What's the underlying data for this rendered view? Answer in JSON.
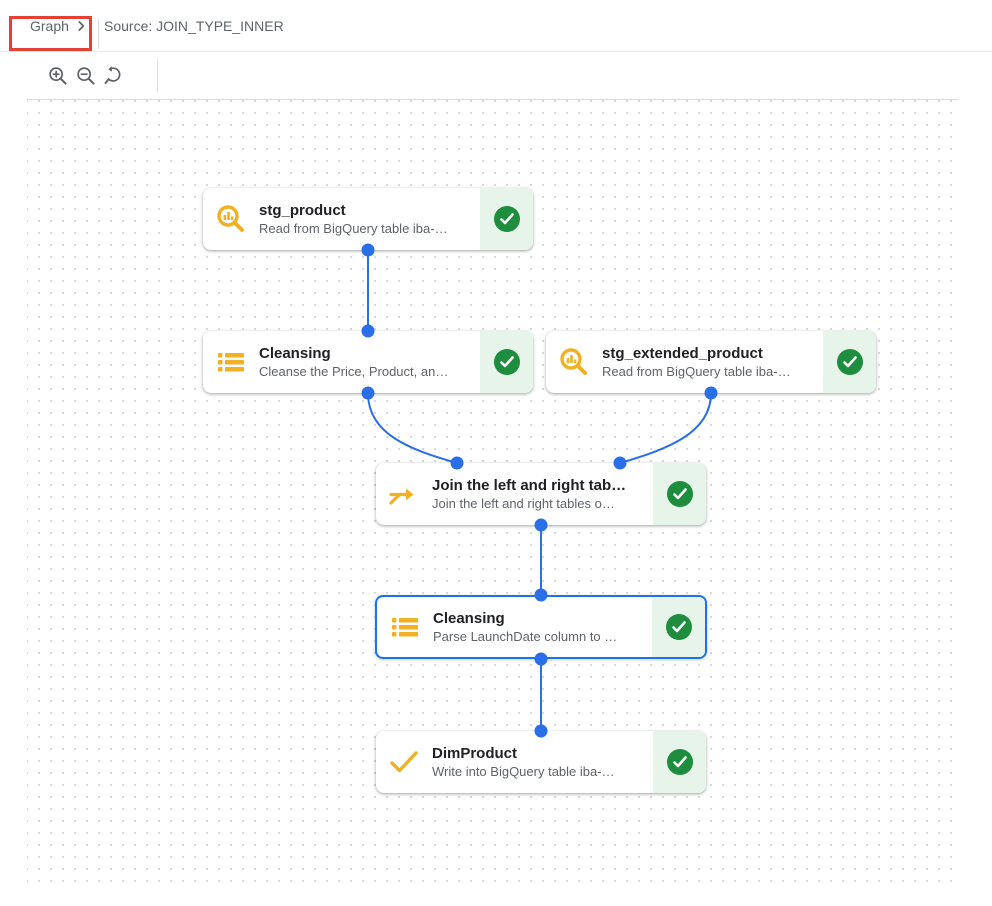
{
  "header": {
    "breadcrumb": {
      "graph_label": "Graph",
      "source_label": "Source: JOIN_TYPE_INNER"
    },
    "annotation": {
      "target": "Graph breadcrumb",
      "color": "#e34133"
    }
  },
  "toolbar": {
    "buttons": [
      {
        "name": "zoom-in"
      },
      {
        "name": "zoom-out"
      },
      {
        "name": "zoom-reset"
      }
    ]
  },
  "canvas": {
    "nodes": [
      {
        "id": "stg_product",
        "type": "source",
        "icon": "search-chart-icon",
        "title": "stg_product",
        "subtitle": "Read from BigQuery table iba-…",
        "status": "success",
        "selected": false
      },
      {
        "id": "cleansing_1",
        "type": "transform",
        "icon": "list-icon",
        "title": "Cleansing",
        "subtitle": "Cleanse the Price, Product, an…",
        "status": "success",
        "selected": false
      },
      {
        "id": "stg_extended_product",
        "type": "source",
        "icon": "search-chart-icon",
        "title": "stg_extended_product",
        "subtitle": "Read from BigQuery table iba-…",
        "status": "success",
        "selected": false
      },
      {
        "id": "join_1",
        "type": "join",
        "icon": "merge-arrow-icon",
        "title": "Join the left and right tab…",
        "subtitle": "Join the left and right tables o…",
        "status": "success",
        "selected": false
      },
      {
        "id": "cleansing_2",
        "type": "transform",
        "icon": "list-icon",
        "title": "Cleansing",
        "subtitle": "Parse LaunchDate column to …",
        "status": "success",
        "selected": true
      },
      {
        "id": "dimproduct",
        "type": "sink",
        "icon": "check-icon",
        "title": "DimProduct",
        "subtitle": "Write into BigQuery table iba-…",
        "status": "success",
        "selected": false
      }
    ],
    "edges": [
      {
        "from": "stg_product",
        "to": "cleansing_1"
      },
      {
        "from": "cleansing_1",
        "to": "join_1"
      },
      {
        "from": "stg_extended_product",
        "to": "join_1"
      },
      {
        "from": "join_1",
        "to": "cleansing_2"
      },
      {
        "from": "cleansing_2",
        "to": "dimproduct"
      }
    ]
  },
  "colors": {
    "edge_blue": "#2a6fe8",
    "selection_blue": "#1a73e8",
    "icon_yellow": "#f2b124",
    "success_green": "#1e8e3e",
    "success_bg": "#e6f4ea",
    "annotation_red": "#e34133",
    "grid_dot": "#d9d9d9",
    "text_primary": "#202124",
    "text_secondary": "#5f6368"
  }
}
